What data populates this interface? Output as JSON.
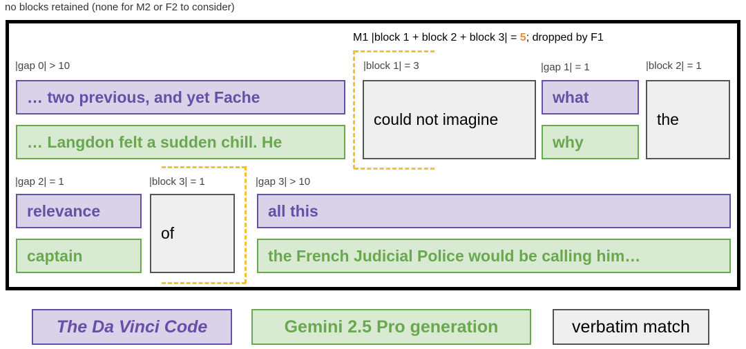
{
  "top_caption": "no blocks retained (none for M2 or F2 to consider)",
  "m1_note": {
    "prefix": "M1 |block 1 + block 2 + block 3| = ",
    "value": "5",
    "suffix": "; dropped by F1"
  },
  "labels": {
    "gap0": "|gap 0| > 10",
    "block1": "|block 1| = 3",
    "gap1": "|gap 1| = 1",
    "block2": "|block 2| = 1",
    "gap2": "|gap 2| = 1",
    "block3": "|block 3| = 1",
    "gap3": "|gap 3| > 10"
  },
  "row1": {
    "gap0_book": "… two previous, and yet Fache",
    "gap0_gen": "… Langdon felt a sudden chill. He",
    "block1_text": "could not imagine",
    "gap1_book": "what",
    "gap1_gen": "why",
    "block2_text": "the"
  },
  "row2": {
    "gap2_book": "relevance",
    "gap2_gen": "captain",
    "block3_text": "of",
    "gap3_book": "all this",
    "gap3_gen": "the French Judicial Police would be calling him…"
  },
  "legend": {
    "book": "The Da Vinci Code",
    "generation": "Gemini 2.5 Pro generation",
    "match": "verbatim match"
  },
  "colors": {
    "book_fill": "#d9d2e9",
    "book_stroke": "#674ea7",
    "gen_fill": "#d9ead3",
    "gen_stroke": "#6aa84f",
    "match_fill": "#efefef",
    "match_stroke": "#555555",
    "dashed": "#f1c232",
    "highlight": "#e69138"
  }
}
